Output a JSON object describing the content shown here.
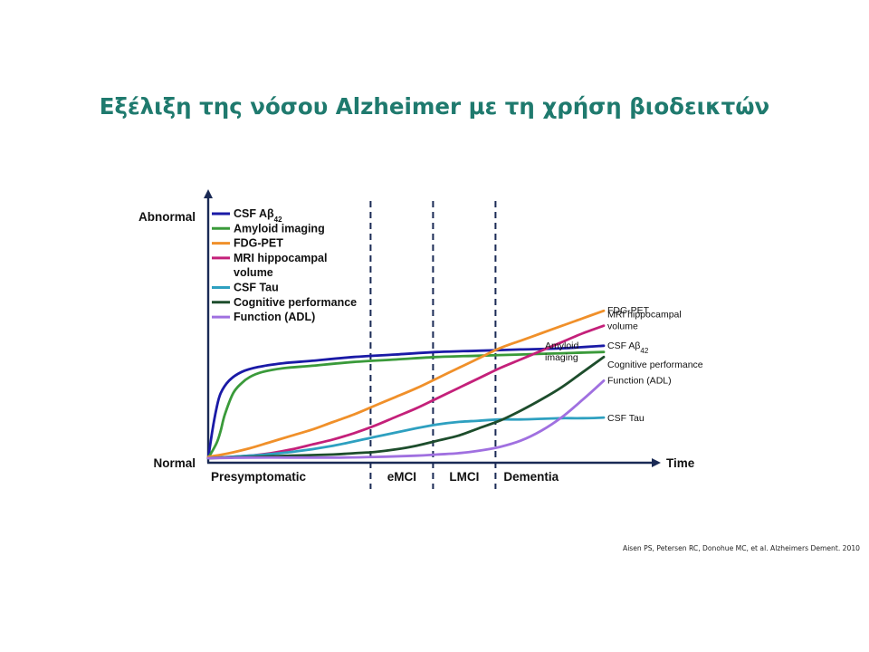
{
  "title": "Εξέλιξη της νόσου Alzheimer με τη χρήση βιοδεικτών",
  "citation": "Aisen PS, Petersen RC, Donohue MC, et al. Alzheimers Dement. 2010",
  "chart_data": {
    "type": "line",
    "title": "",
    "xlabel": "Time",
    "y_levels": {
      "top": "Abnormal",
      "bottom": "Normal"
    },
    "x_range": [
      0,
      100
    ],
    "y_range": [
      0,
      100
    ],
    "stages": [
      {
        "label": "Presymptomatic",
        "end": 39
      },
      {
        "label": "eMCI",
        "end": 54
      },
      {
        "label": "LMCI",
        "end": 69
      },
      {
        "label": "Dementia",
        "end": 100
      }
    ],
    "stage_boundaries": [
      39,
      54,
      69
    ],
    "legend": [
      {
        "label": "CSF Aβ",
        "sub": "42",
        "color": "#1a1aa6"
      },
      {
        "label": "Amyloid imaging",
        "color": "#3a9a3a"
      },
      {
        "label": "FDG-PET",
        "color": "#f0902a"
      },
      {
        "label": "MRI hippocampal",
        "label2": "volume",
        "color": "#c4207a"
      },
      {
        "label": "CSF Tau",
        "color": "#2ea0c0"
      },
      {
        "label": "Cognitive performance",
        "color": "#1d4d2c"
      },
      {
        "label": "Function (ADL)",
        "color": "#a070e0"
      }
    ],
    "series": [
      {
        "key": "csf_ab42",
        "color": "#1a1aa6",
        "x": [
          0,
          1,
          2,
          3,
          5,
          8,
          12,
          18,
          25,
          35,
          45,
          55,
          65,
          75,
          85,
          95
        ],
        "y": [
          0,
          22,
          40,
          52,
          62,
          69,
          73,
          76,
          78,
          81,
          83,
          85,
          86,
          87,
          88,
          90
        ]
      },
      {
        "key": "amyloid_imaging",
        "color": "#3a9a3a",
        "x": [
          0,
          2,
          3,
          4,
          6,
          8,
          10,
          13,
          18,
          25,
          35,
          45,
          55,
          65,
          75,
          85,
          95
        ],
        "y": [
          0,
          12,
          22,
          35,
          52,
          60,
          65,
          69,
          72,
          74,
          77,
          79,
          81,
          82,
          83,
          84,
          85
        ]
      },
      {
        "key": "fdg_pet",
        "color": "#f0902a",
        "x": [
          0,
          5,
          10,
          15,
          20,
          25,
          30,
          35,
          40,
          45,
          50,
          55,
          60,
          65,
          70,
          75,
          80,
          85,
          90,
          95
        ],
        "y": [
          1,
          4,
          8,
          13,
          18,
          23,
          29,
          35,
          42,
          49,
          56,
          64,
          72,
          80,
          88,
          94,
          100,
          106,
          112,
          118
        ]
      },
      {
        "key": "mri_hippocampal",
        "color": "#c4207a",
        "x": [
          0,
          5,
          10,
          15,
          20,
          25,
          30,
          35,
          40,
          45,
          50,
          55,
          60,
          65,
          70,
          75,
          80,
          85,
          90,
          95
        ],
        "y": [
          0,
          1,
          2,
          4,
          7,
          11,
          15,
          20,
          26,
          33,
          40,
          48,
          56,
          64,
          72,
          79,
          86,
          93,
          100,
          106
        ]
      },
      {
        "key": "csf_tau",
        "color": "#2ea0c0",
        "x": [
          0,
          10,
          20,
          30,
          40,
          50,
          55,
          60,
          65,
          70,
          75,
          80,
          85,
          90,
          95
        ],
        "y": [
          0,
          2,
          5,
          10,
          17,
          24,
          27,
          29,
          30,
          31,
          31,
          31.5,
          32,
          32,
          32.5
        ]
      },
      {
        "key": "cognitive_performance",
        "color": "#1d4d2c",
        "x": [
          0,
          10,
          20,
          30,
          35,
          40,
          45,
          50,
          55,
          60,
          65,
          70,
          75,
          80,
          85,
          90,
          95
        ],
        "y": [
          0,
          1,
          2,
          3,
          4,
          5,
          7,
          10,
          14,
          18,
          24,
          30,
          38,
          47,
          57,
          69,
          81
        ]
      },
      {
        "key": "function_adl",
        "color": "#a070e0",
        "x": [
          0,
          10,
          20,
          30,
          40,
          50,
          55,
          60,
          65,
          70,
          75,
          80,
          85,
          90,
          95
        ],
        "y": [
          0,
          0.5,
          0.5,
          0.5,
          1,
          2,
          3,
          4,
          6,
          9,
          14,
          22,
          33,
          47,
          62
        ]
      }
    ],
    "end_labels": [
      {
        "text": "FDG-PET",
        "series": "fdg_pet"
      },
      {
        "text": "MRI hippocampal",
        "text2": "volume",
        "series": "mri_hippocampal"
      },
      {
        "text": "CSF Aβ",
        "sub": "42",
        "series": "csf_ab42"
      },
      {
        "text": "Cognitive performance",
        "series": "cognitive_performance"
      },
      {
        "text": "Function (ADL)",
        "series": "function_adl"
      },
      {
        "text": "CSF Tau",
        "series": "csf_tau"
      }
    ],
    "inline_label": {
      "text": "Amyloid",
      "text2": "imaging",
      "series": "amyloid_imaging"
    },
    "legend_position": "top-left",
    "grid": false
  }
}
